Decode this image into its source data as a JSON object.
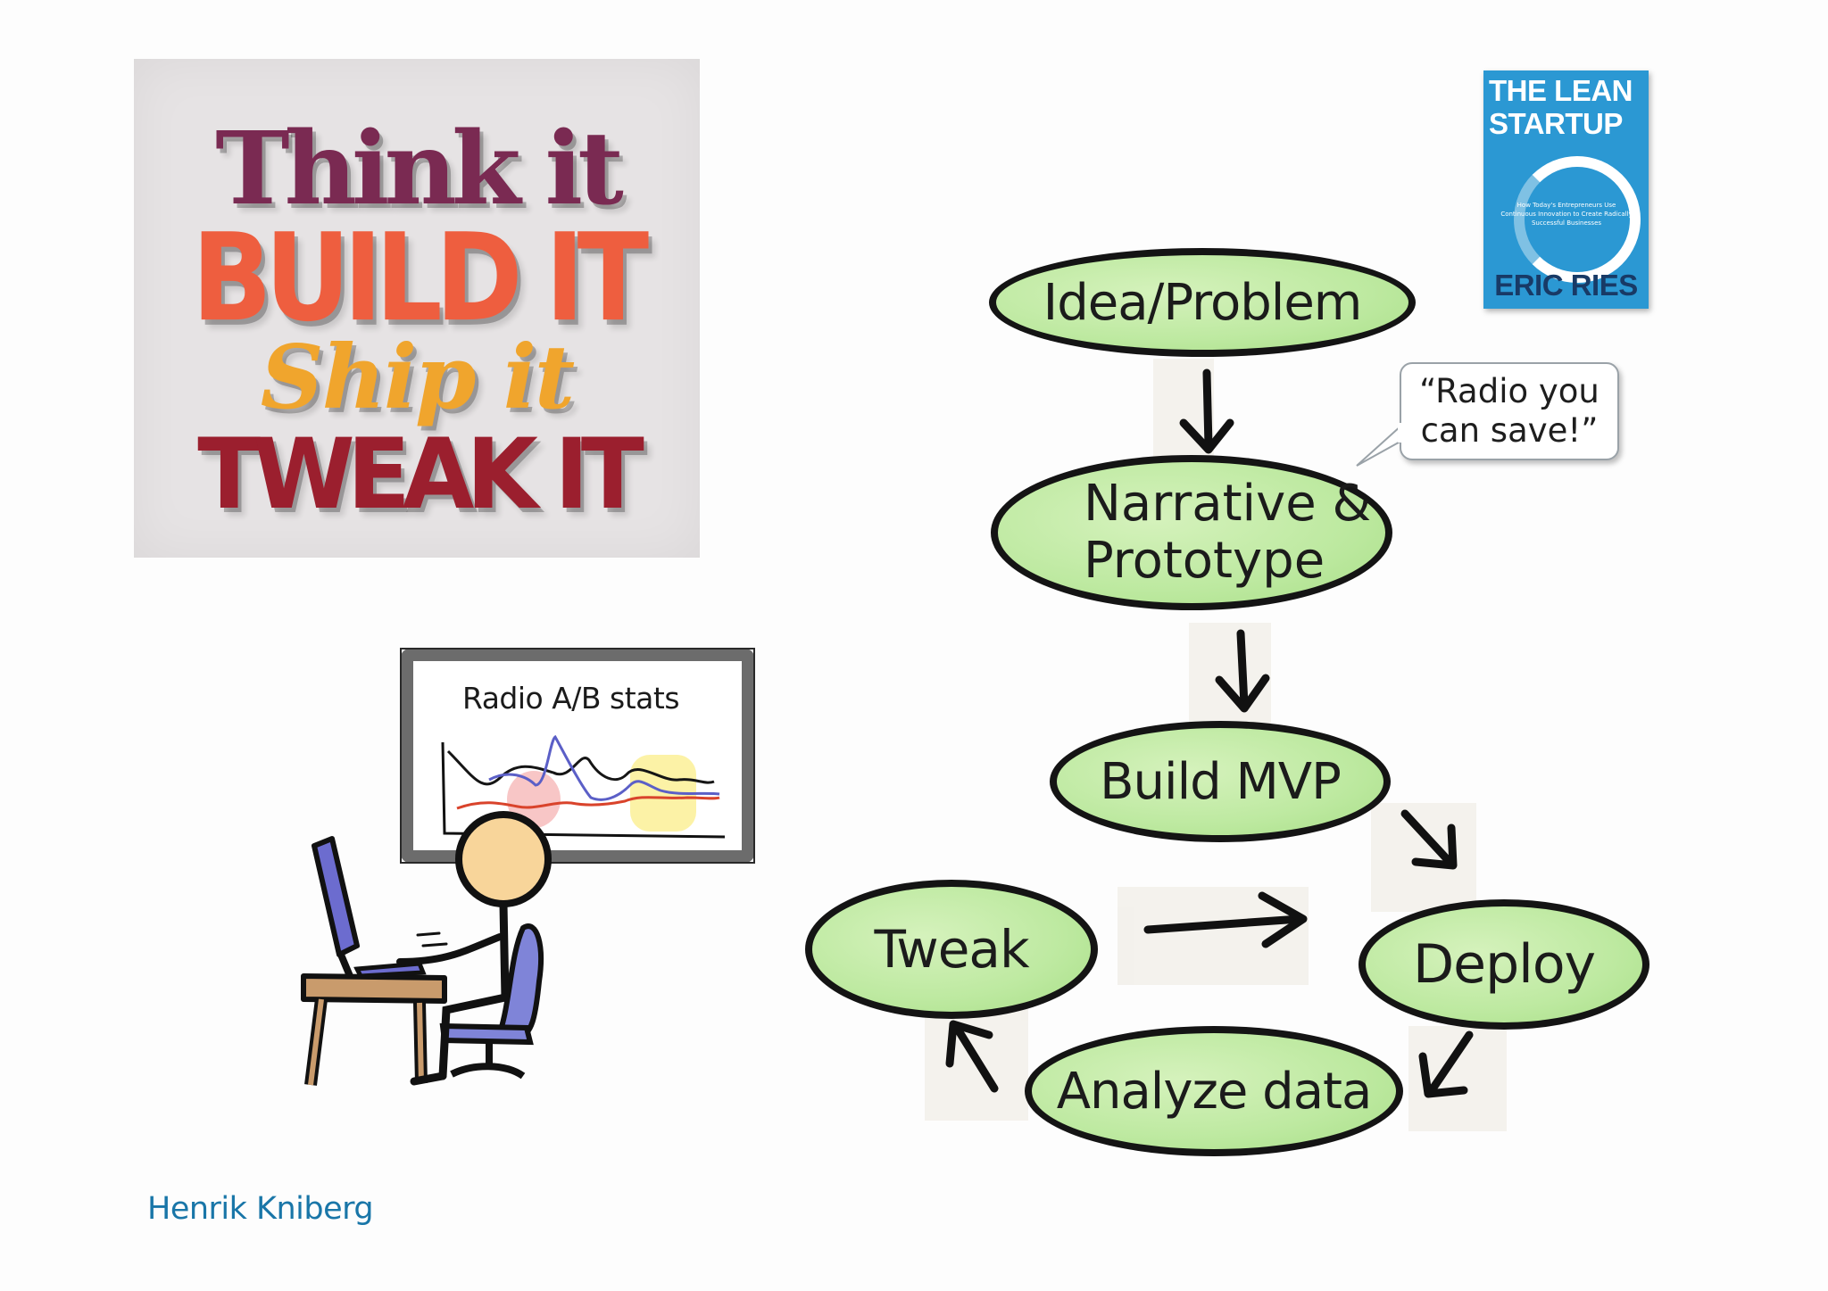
{
  "photo": {
    "lines": [
      "Think it",
      "BUILD IT",
      "Ship it",
      "TWEAK IT"
    ]
  },
  "book": {
    "title_line1": "THE LEAN",
    "title_line2": "STARTUP",
    "subtitle": "How Today's Entrepreneurs Use Continuous Innovation to Create Radically Successful Businesses",
    "author": "ERIC RIES"
  },
  "flow": {
    "idea": "Idea/Problem",
    "narrative_line1": "Narrative &",
    "narrative_line2": "Prototype",
    "build": "Build MVP",
    "deploy": "Deploy",
    "analyze": "Analyze data",
    "tweak": "Tweak"
  },
  "bubble": {
    "line1": "“Radio you",
    "line2": "can save!”"
  },
  "monitor": {
    "label": "Radio A/B stats"
  },
  "credit": "Henrik Kniberg",
  "colors": {
    "node_fill": "#bde9a0",
    "node_outline": "#141414",
    "credit": "#1976a8",
    "book_blue": "#2b98d3"
  }
}
